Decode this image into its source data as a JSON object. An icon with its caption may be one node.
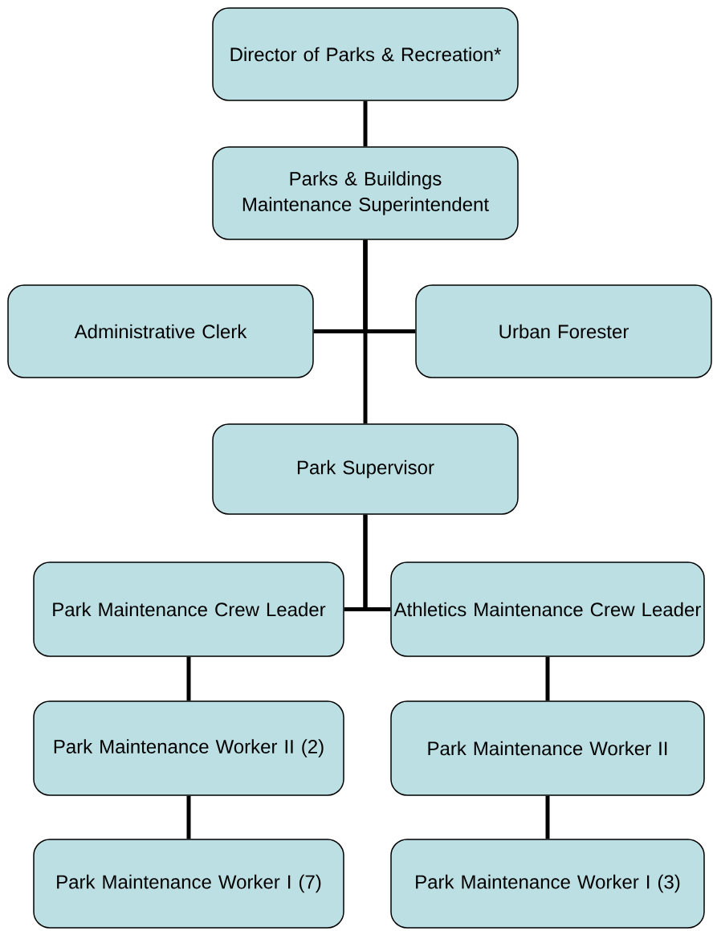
{
  "diagram": {
    "nodes": [
      {
        "text": [
          "Director of Parks & Recreation*"
        ]
      },
      {
        "text": [
          "Parks & Buildings Maintenance Superintendent"
        ]
      },
      {
        "text": [
          "Administrative Clerk"
        ]
      },
      {
        "text": [
          "Urban Forester"
        ]
      },
      {
        "text": [
          "Park Supervisor"
        ]
      },
      {
        "text": [
          "Park Maintenance Crew Leader"
        ]
      },
      {
        "text": [
          "Athletics Maintenance Crew Leader"
        ]
      },
      {
        "text": [
          "Park Maintenance Worker II (2)"
        ]
      },
      {
        "text": [
          "Park Maintenance Worker II"
        ]
      },
      {
        "text": [
          "Park Maintenance Worker I (7)"
        ]
      },
      {
        "text": [
          "Park Maintenance Worker I (3)"
        ]
      }
    ],
    "edges": [
      {
        "from": 0,
        "to": 1,
        "arrow": "none"
      },
      {
        "from": 1,
        "to": 2,
        "arrow": "none"
      },
      {
        "from": 1,
        "to": 3,
        "arrow": "none"
      },
      {
        "from": 1,
        "to": 4,
        "arrow": "none"
      },
      {
        "from": 4,
        "to": 5,
        "arrow": "none"
      },
      {
        "from": 4,
        "to": 6,
        "arrow": "none"
      },
      {
        "from": 5,
        "to": 7,
        "arrow": "none"
      },
      {
        "from": 7,
        "to": 9,
        "arrow": "none"
      },
      {
        "from": 6,
        "to": 8,
        "arrow": "none"
      },
      {
        "from": 8,
        "to": 10,
        "arrow": "none"
      }
    ]
  }
}
